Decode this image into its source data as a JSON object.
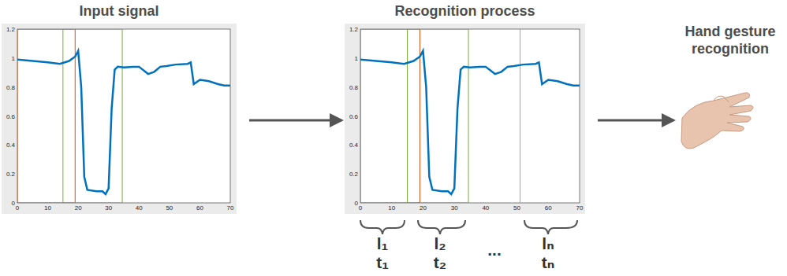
{
  "diagram": {
    "nodes": [
      {
        "text": [
          "Input signal"
        ]
      },
      {
        "text": [
          "Recognition process"
        ]
      },
      {
        "text": [
          "Hand gesture recognition"
        ]
      }
    ],
    "edges": [
      {
        "from": 0,
        "to": 1,
        "arrow": "to"
      },
      {
        "from": 1,
        "to": 2,
        "arrow": "to"
      }
    ],
    "labels": [
      "0",
      "0.2",
      "0.4",
      "0.6",
      "0.8",
      "1",
      "1.2",
      "0",
      "10",
      "20",
      "30",
      "40",
      "50",
      "60",
      "70",
      "0",
      "0.2",
      "0.4",
      "0.6",
      "0.8",
      "1",
      "1.2",
      "0",
      "10",
      "20",
      "30",
      "40",
      "50",
      "60",
      "70",
      "l₁",
      "t₁",
      "l₂",
      "t₂",
      "...",
      "lₙ",
      "tₙ"
    ]
  }
}
